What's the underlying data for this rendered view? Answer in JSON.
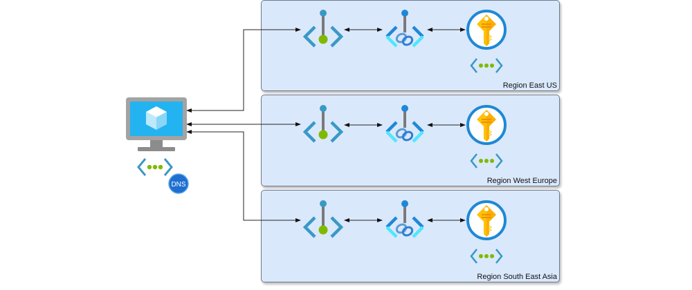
{
  "diagram": {
    "title": "Multi-region private endpoint architecture",
    "client": {
      "name": "Virtual Machine",
      "icon": "virtual-machine-icon",
      "dns_icon": "private-dns-zone-icon",
      "dns_label": "DNS"
    },
    "regions": [
      {
        "label": "Region East US"
      },
      {
        "label": "Region West Europe"
      },
      {
        "label": "Region South East Asia"
      }
    ],
    "region_components": [
      {
        "name": "Private Endpoint",
        "icon": "private-endpoint-icon"
      },
      {
        "name": "Private Link",
        "icon": "private-link-icon"
      },
      {
        "name": "Key Vault",
        "icon": "key-vault-icon"
      },
      {
        "name": "Private Endpoint (Key Vault)",
        "icon": "private-endpoint-small-icon"
      }
    ],
    "colors": {
      "region_fill": "#dae8fc",
      "region_border": "#6b7a8c",
      "accent_blue": "#1e88d6",
      "endpoint_teal": "#3999c6",
      "endpoint_green": "#7fba00",
      "key_gold": "#ffc107",
      "monitor_gray": "#a0a0a0",
      "screen_blue": "#23b3f0"
    }
  }
}
